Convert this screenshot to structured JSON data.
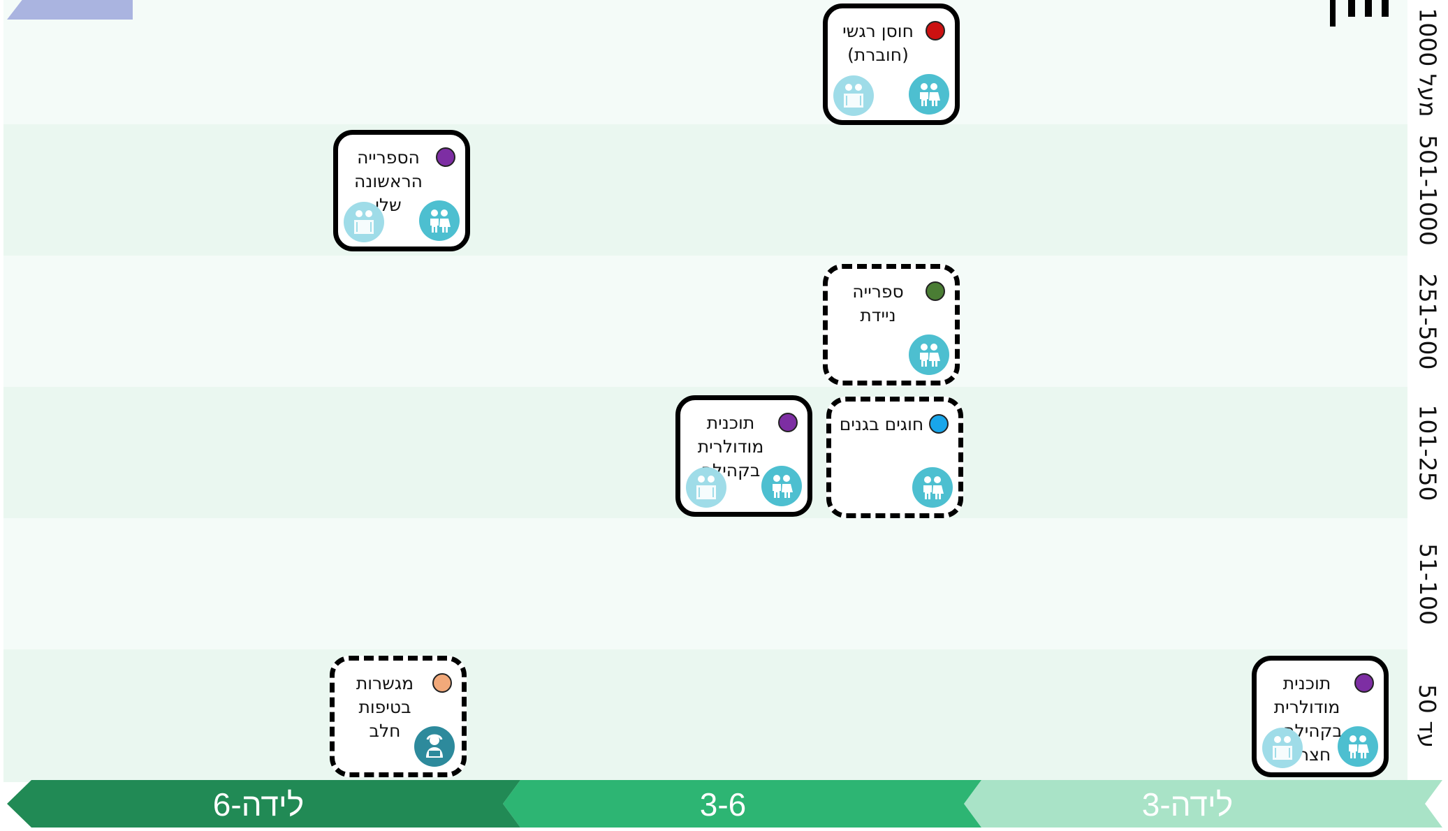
{
  "rows": [
    {
      "label": "מעל 1000",
      "bg": "#f4fbf8"
    },
    {
      "label": "501-1000",
      "bg": "#eaf7f0"
    },
    {
      "label": "251-500",
      "bg": "#f4fbf8"
    },
    {
      "label": "101-250",
      "bg": "#eaf7f0"
    },
    {
      "label": "51-100",
      "bg": "#f4fbf8"
    },
    {
      "label": "עד 50",
      "bg": "#eaf7f0"
    }
  ],
  "age_groups": [
    {
      "label": "לידה-3",
      "color": "#a9e3c7"
    },
    {
      "label": "3-6",
      "color": "#2db573"
    },
    {
      "label": "לידה-6",
      "color": "#218a55"
    }
  ],
  "programs": [
    {
      "title": "חוסן רגשי (חוברת)",
      "dot_color": "#cc1111",
      "border": "solid",
      "icons": [
        "children-icon",
        "parents-icon"
      ]
    },
    {
      "title": "הספרייה הראשונה שלי",
      "dot_color": "#7d2ea3",
      "border": "solid",
      "icons": [
        "children-icon",
        "parents-icon"
      ]
    },
    {
      "title": "ספרייה ניידת",
      "dot_color": "#4a7d34",
      "border": "dashed",
      "icons": [
        "children-icon"
      ]
    },
    {
      "title": "תוכנית מודולרית בקהילה",
      "dot_color": "#7d2ea3",
      "border": "solid",
      "icons": [
        "children-icon",
        "parents-icon"
      ]
    },
    {
      "title": "חוגים בגנים",
      "dot_color": "#19a6ea",
      "border": "dashed",
      "icons": [
        "children-icon"
      ]
    },
    {
      "title": "מגשרות בטיפות חלב",
      "dot_color": "#f2a97a",
      "border": "dashed",
      "icons": [
        "nurse-icon"
      ]
    },
    {
      "title": "תוכנית מודולרית בקהילה - חצרות",
      "dot_color": "#7d2ea3",
      "border": "solid",
      "icons": [
        "children-icon",
        "parents-icon"
      ]
    }
  ]
}
